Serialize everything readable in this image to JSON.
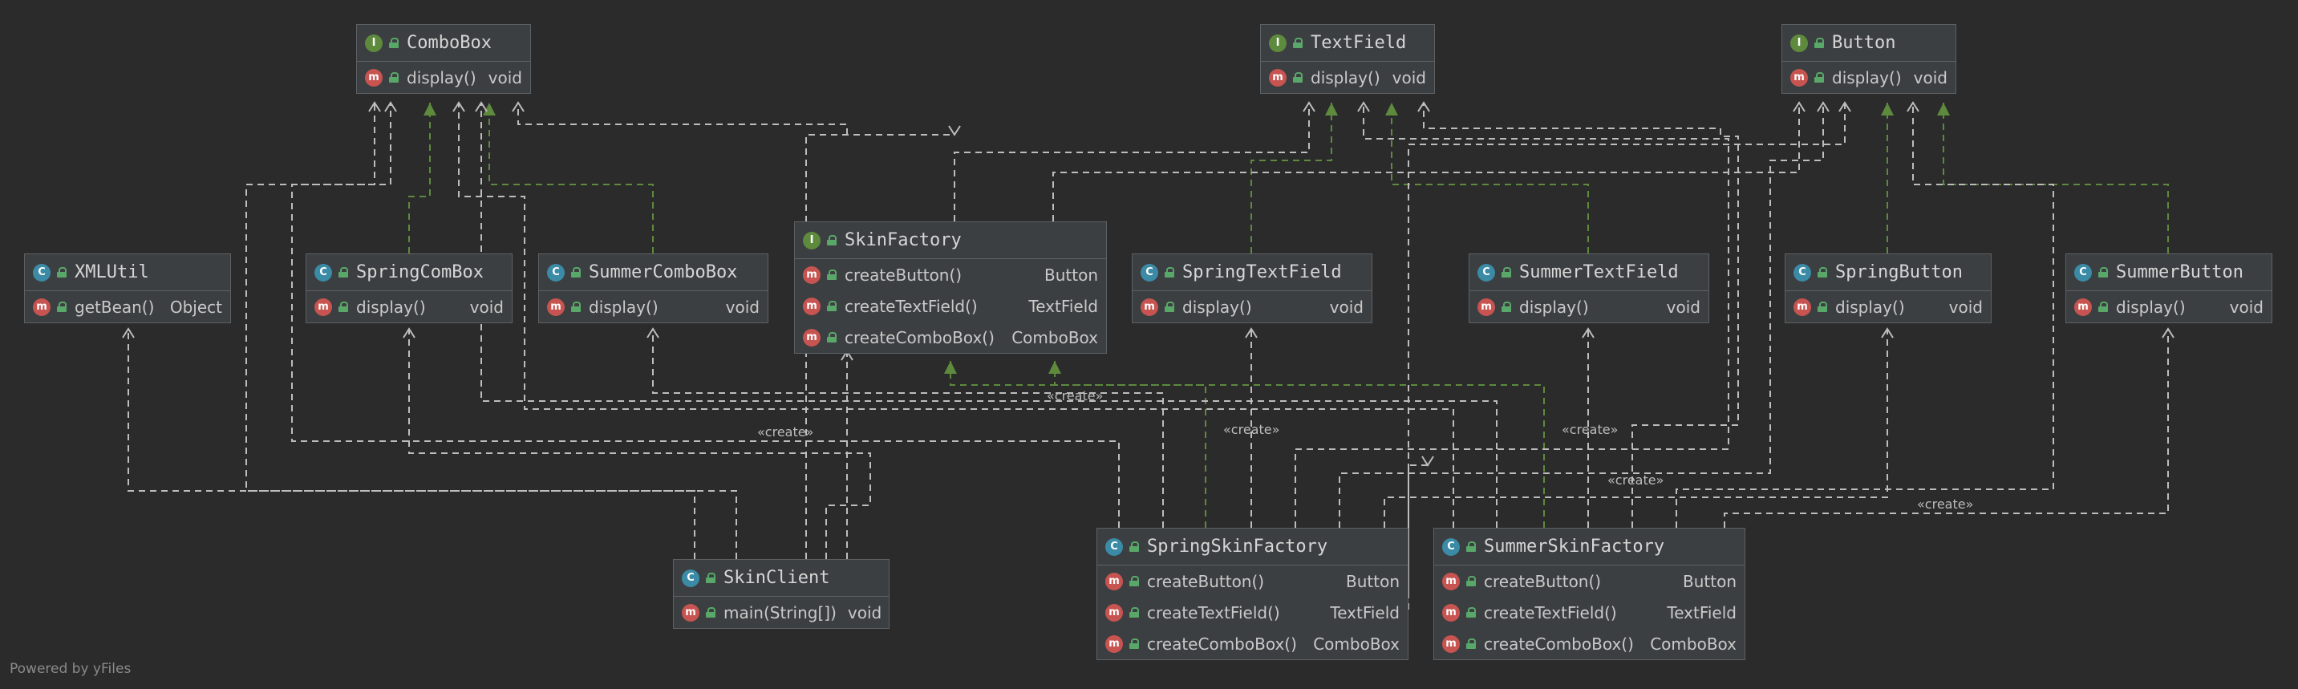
{
  "nodes": {
    "combobox": {
      "kind": "I",
      "name": "ComboBox",
      "methods": [
        {
          "name": "display()",
          "type": "void"
        }
      ]
    },
    "textfield": {
      "kind": "I",
      "name": "TextField",
      "methods": [
        {
          "name": "display()",
          "type": "void"
        }
      ]
    },
    "button": {
      "kind": "I",
      "name": "Button",
      "methods": [
        {
          "name": "display()",
          "type": "void"
        }
      ]
    },
    "xmlutil": {
      "kind": "C",
      "name": "XMLUtil",
      "methods": [
        {
          "name": "getBean()",
          "type": "Object"
        }
      ]
    },
    "springcombox": {
      "kind": "C",
      "name": "SpringComBox",
      "methods": [
        {
          "name": "display()",
          "type": "void"
        }
      ]
    },
    "summercombobox": {
      "kind": "C",
      "name": "SummerComboBox",
      "methods": [
        {
          "name": "display()",
          "type": "void"
        }
      ]
    },
    "skinfactory": {
      "kind": "I",
      "name": "SkinFactory",
      "methods": [
        {
          "name": "createButton()",
          "type": "Button"
        },
        {
          "name": "createTextField()",
          "type": "TextField"
        },
        {
          "name": "createComboBox()",
          "type": "ComboBox"
        }
      ]
    },
    "springtextfield": {
      "kind": "C",
      "name": "SpringTextField",
      "methods": [
        {
          "name": "display()",
          "type": "void"
        }
      ]
    },
    "summertextfield": {
      "kind": "C",
      "name": "SummerTextField",
      "methods": [
        {
          "name": "display()",
          "type": "void"
        }
      ]
    },
    "springbutton": {
      "kind": "C",
      "name": "SpringButton",
      "methods": [
        {
          "name": "display()",
          "type": "void"
        }
      ]
    },
    "summerbutton": {
      "kind": "C",
      "name": "SummerButton",
      "methods": [
        {
          "name": "display()",
          "type": "void"
        }
      ]
    },
    "skinclient": {
      "kind": "C",
      "name": "SkinClient",
      "methods": [
        {
          "name": "main(String[])",
          "type": "void"
        }
      ]
    },
    "springskinfactory": {
      "kind": "C",
      "name": "SpringSkinFactory",
      "methods": [
        {
          "name": "createButton()",
          "type": "Button"
        },
        {
          "name": "createTextField()",
          "type": "TextField"
        },
        {
          "name": "createComboBox()",
          "type": "ComboBox"
        }
      ]
    },
    "summerskinfactory": {
      "kind": "C",
      "name": "SummerSkinFactory",
      "methods": [
        {
          "name": "createButton()",
          "type": "Button"
        },
        {
          "name": "createTextField()",
          "type": "TextField"
        },
        {
          "name": "createComboBox()",
          "type": "ComboBox"
        }
      ]
    }
  },
  "edge_labels": {
    "create_1": "«create»",
    "create_2": "«create»",
    "create_3": "«create»",
    "create_4": "«create»",
    "create_5": "«create»",
    "create_6": "«create»"
  },
  "colors": {
    "background": "#2b2b2b",
    "node": "#3c3f41",
    "dependency": "#bdbdbd",
    "realization": "#5d8a3d"
  },
  "footer": "Powered by yFiles"
}
